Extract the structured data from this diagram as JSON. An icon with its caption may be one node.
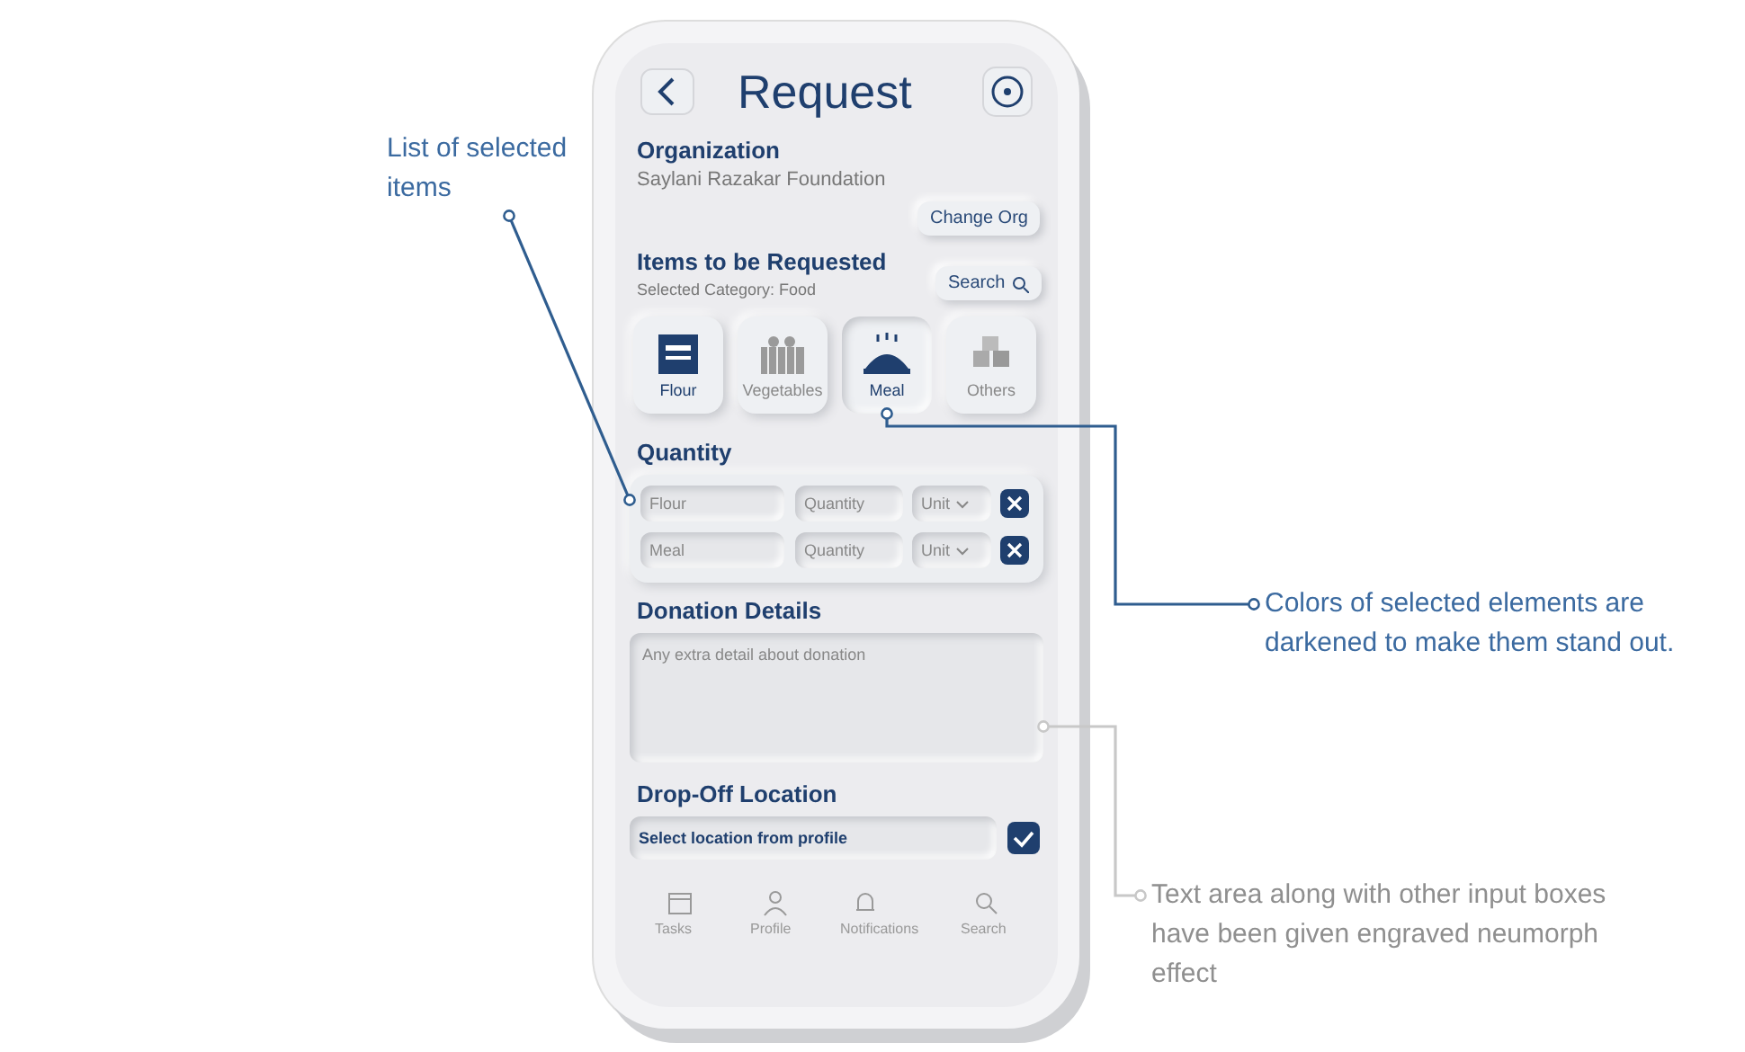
{
  "diagram": {
    "nodes": [
      {
        "text": [
          "List of selected items"
        ]
      },
      {
        "text": [
          "Colors of selected elements are darkened to make them stand out."
        ]
      },
      {
        "text": [
          "Text area along with other input boxes have been given engraved neumorph effect"
        ]
      },
      {
        "text": [
          "Flour"
        ]
      },
      {
        "text": [
          "Vegetables"
        ]
      },
      {
        "text": [
          "Meal"
        ]
      },
      {
        "text": [
          "Others"
        ]
      },
      {
        "text": [],
        "shape": "box"
      },
      {
        "text": [
          "Any extra detail about donation"
        ]
      }
    ],
    "edges": [
      {
        "from": 0,
        "to": 7,
        "arrow": "other"
      },
      {
        "from": 1,
        "to": 5,
        "arrow": "other"
      },
      {
        "from": 2,
        "to": 8,
        "arrow": "other",
        "color": "#c8c8c8"
      }
    ],
    "labels": [
      "Request",
      "Organization",
      "Saylani Razakar Foundation",
      "Change Org",
      "Items to be Requested",
      "Selected Category: Food",
      "Search",
      "Quantity",
      "Flour",
      "Meal",
      "Quantity",
      "Quantity",
      "Unit",
      "Unit",
      "Donation Details",
      "Drop-Off Location",
      "Select location from profile",
      "Tasks",
      "Profile",
      "Notifications",
      "Search"
    ]
  }
}
